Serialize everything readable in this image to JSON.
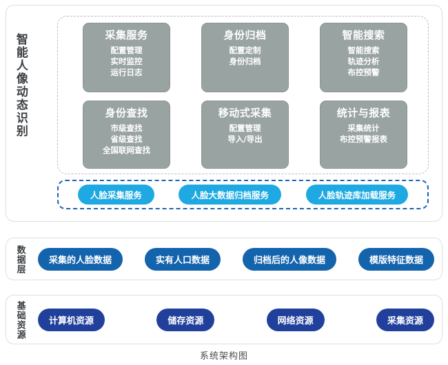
{
  "caption": "系统架构图",
  "colors": {
    "module_box": "#99a3a2",
    "service_pill": "#1ea9e2",
    "data_pill": "#1363ad",
    "infra_pill": "#21409c",
    "card_border": "#d9dee2",
    "module_frame_border": "#b7bdc2",
    "service_frame_border": "#1b5fb5"
  },
  "application_layer": {
    "side_label": "智能人像动态识别",
    "modules": [
      {
        "title": "采集服务",
        "items": [
          "配置管理",
          "实时监控",
          "运行日志"
        ]
      },
      {
        "title": "身份归档",
        "items": [
          "配置定制",
          "身份归档"
        ]
      },
      {
        "title": "智能搜索",
        "items": [
          "智能搜索",
          "轨迹分析",
          "布控预警"
        ]
      },
      {
        "title": "身份查找",
        "items": [
          "市级查找",
          "省级查找",
          "全国联网查找"
        ]
      },
      {
        "title": "移动式采集",
        "items": [
          "配置管理",
          "导入/导出"
        ]
      },
      {
        "title": "统计与报表",
        "items": [
          "采集统计",
          "布控预警报表"
        ]
      }
    ],
    "services": [
      "人脸采集服务",
      "人脸大数据归档服务",
      "人脸轨迹库加载服务"
    ]
  },
  "data_layer": {
    "side_label": "数据层",
    "items": [
      "采集的人脸数据",
      "实有人口数据",
      "归档后的人像数据",
      "模版特征数据"
    ]
  },
  "infrastructure_layer": {
    "side_label": "基础资源",
    "items": [
      "计算机资源",
      "储存资源",
      "网络资源",
      "采集资源"
    ]
  }
}
